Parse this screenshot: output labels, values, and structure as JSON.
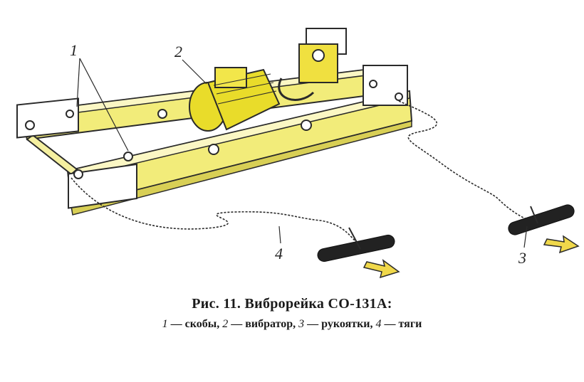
{
  "callouts": {
    "brackets": "1",
    "vibrator": "2",
    "handles": "3",
    "rods": "4"
  },
  "caption": {
    "title": "Рис. 11. Виброрейка СО-131А:",
    "legend": [
      {
        "num": "1",
        "text": "— скобы,"
      },
      {
        "num": "2",
        "text": "— вибратор,"
      },
      {
        "num": "3",
        "text": "— рукоятки,"
      },
      {
        "num": "4",
        "text": "— тяги"
      }
    ]
  },
  "colors": {
    "beam_fill": "#f2ec7a",
    "motor_fill": "#e9dc2a",
    "outline": "#2a2a2a",
    "arrow_fill": "#f0d84a"
  }
}
